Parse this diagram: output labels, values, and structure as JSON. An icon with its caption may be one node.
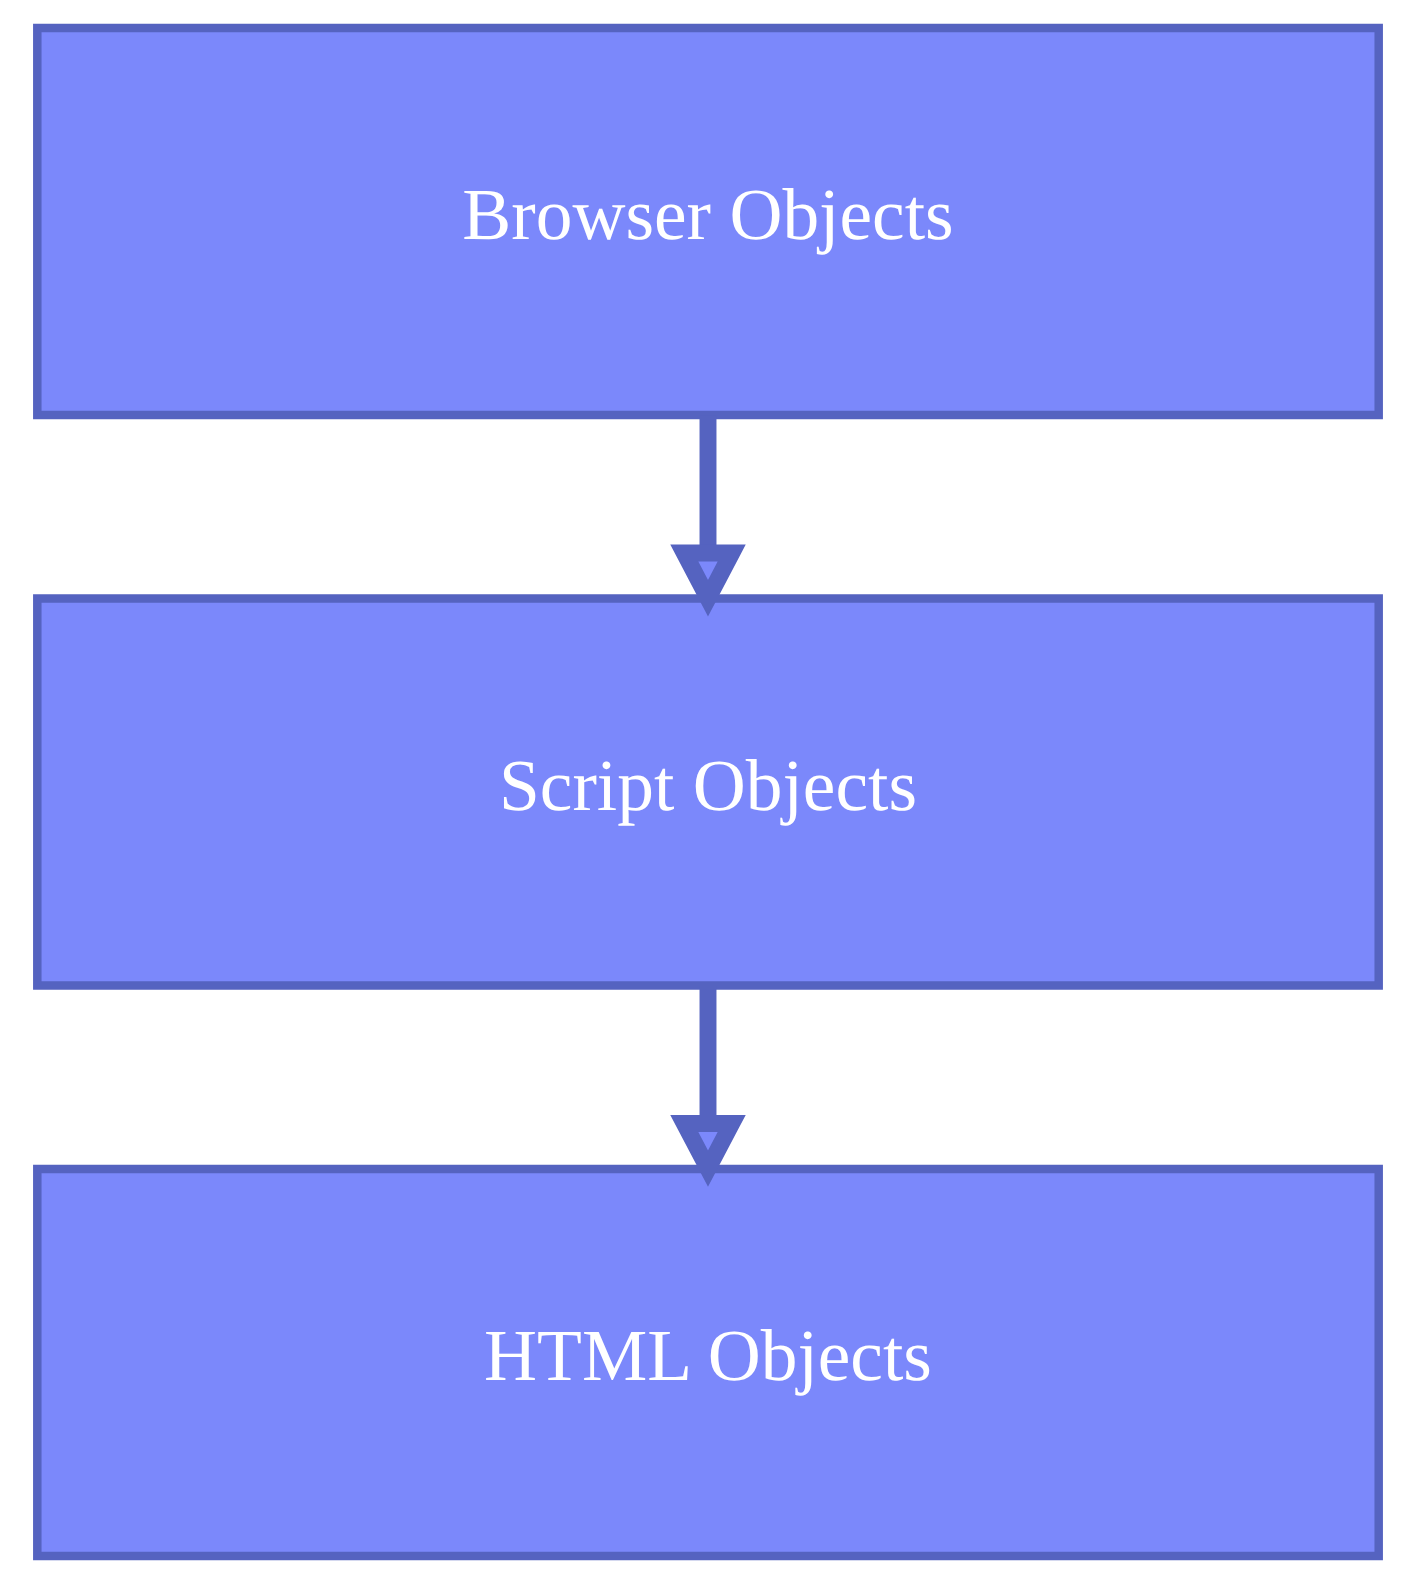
{
  "diagram": {
    "nodes": [
      {
        "text": [
          "Browser Objects"
        ]
      },
      {
        "text": [
          "Script Objects"
        ]
      },
      {
        "text": [
          "HTML Objects"
        ]
      }
    ],
    "edges": [
      {
        "from": 0,
        "to": 1,
        "arrow": "to"
      },
      {
        "from": 1,
        "to": 2,
        "arrow": "to"
      }
    ]
  }
}
